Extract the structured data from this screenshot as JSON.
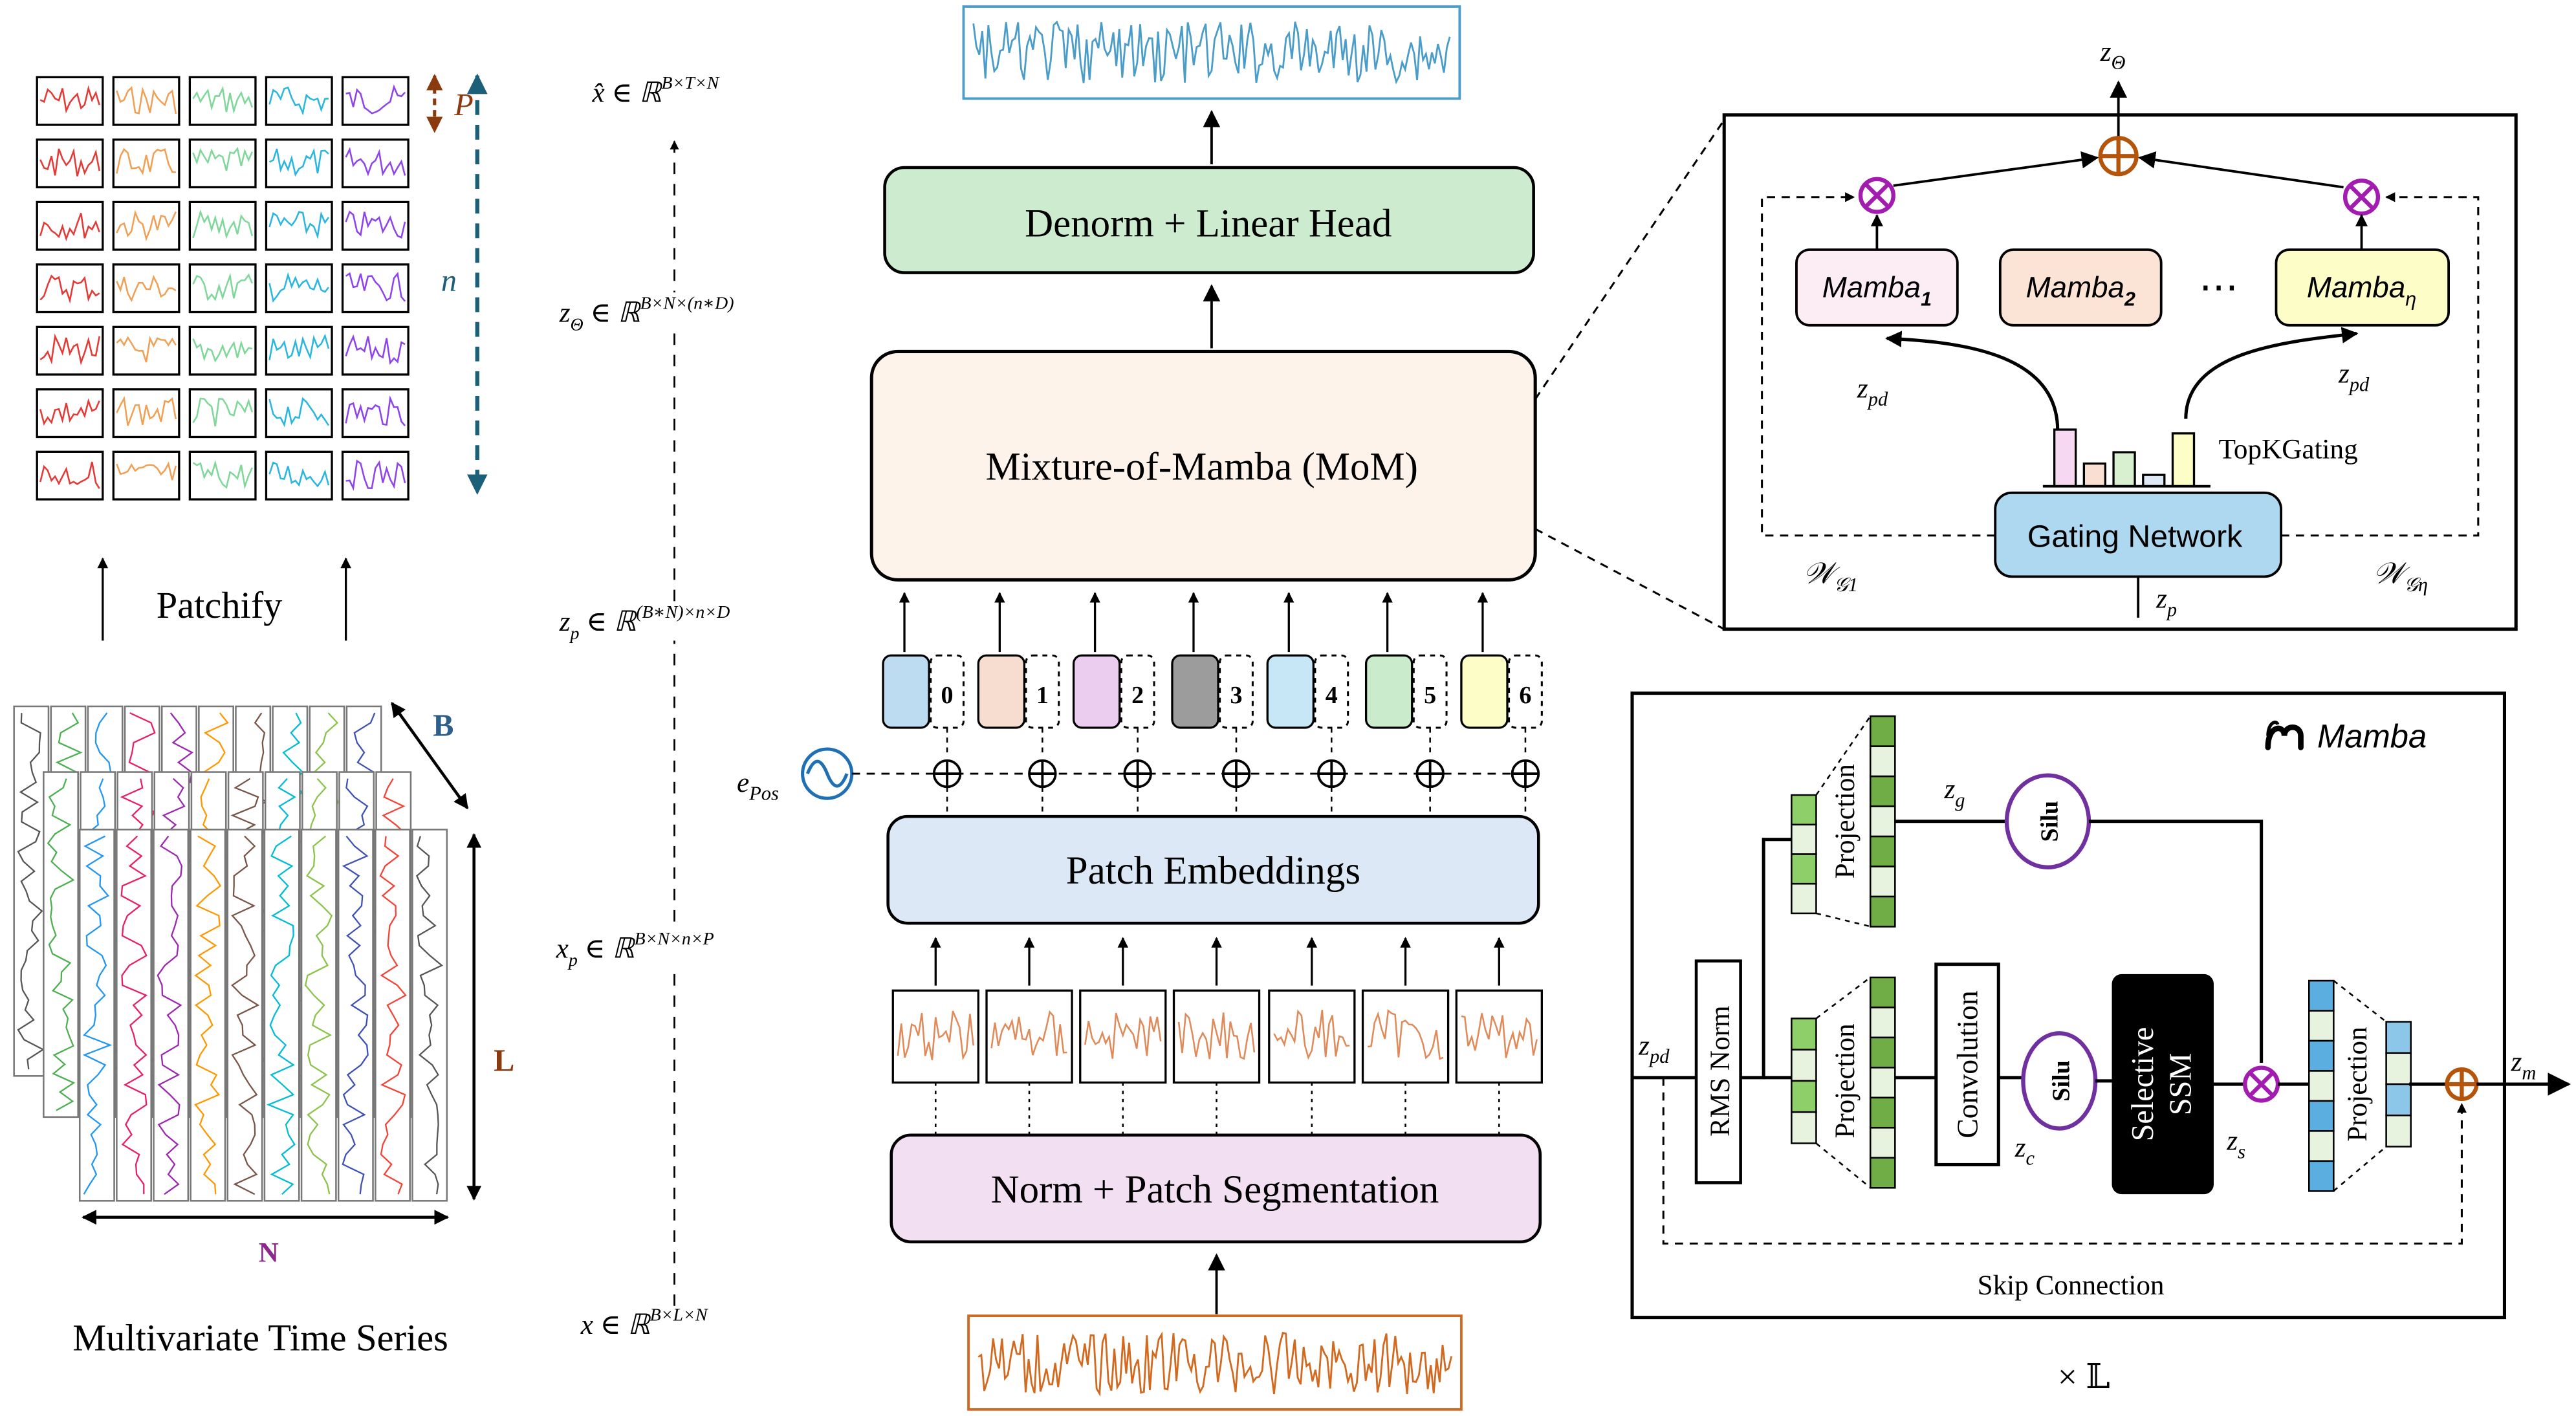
{
  "left_panel": {
    "patch_height_label": "P",
    "num_patches_label": "n",
    "patchify_label": "Patchify",
    "batch_label": "B",
    "length_label": "L",
    "channels_label": "N",
    "caption": "Multivariate Time Series"
  },
  "dims": {
    "output": {
      "base": "x̂ ∈ ℝ",
      "sup": "B×T×N"
    },
    "z_theta": {
      "base": "z",
      "sub": "Θ",
      "mid": " ∈ ℝ",
      "sup": "B×N×(n∗D)"
    },
    "z_p": {
      "base": "z",
      "sub": "p",
      "mid": " ∈ ℝ",
      "sup": "(B∗N)×n×D"
    },
    "x_p": {
      "base": "x",
      "sub": "p",
      "mid": " ∈ ℝ",
      "sup": "B×N×n×P"
    },
    "input": {
      "base": "x ∈ ℝ",
      "sup": "B×L×N"
    }
  },
  "pipeline": {
    "head_label": "Denorm + Linear Head",
    "mom_label": "Mixture-of-Mamba (MoM)",
    "embed_label": "Patch Embeddings",
    "seg_label": "Norm + Patch Segmentation",
    "pos_label": "e",
    "pos_sub": "Pos",
    "token_indices": [
      "0",
      "1",
      "2",
      "3",
      "4",
      "5",
      "6"
    ]
  },
  "moe": {
    "output_label": "z",
    "output_sub": "Θ",
    "expert1": {
      "base": "Mamba",
      "sub": "1"
    },
    "expert2": {
      "base": "Mamba",
      "sub": "2"
    },
    "expert_n": {
      "base": "Mamba",
      "sub": "η"
    },
    "ellipsis": "⋯",
    "zpd_left": {
      "base": "z",
      "sub": "pd"
    },
    "zpd_right": {
      "base": "z",
      "sub": "pd"
    },
    "topk_label": "TopKGating",
    "gating_label": "Gating Network",
    "w_left": {
      "base": "𝒲",
      "sub": "𝒢1"
    },
    "w_right": {
      "base": "𝒲",
      "sub": "𝒢η"
    },
    "zp_label": {
      "base": "z",
      "sub": "p"
    },
    "topk_values": [
      0.75,
      0.3,
      0.45,
      0.15,
      0.7
    ]
  },
  "mamba_block": {
    "title": "Mamba",
    "input_label": {
      "base": "z",
      "sub": "pd"
    },
    "rms_norm": "RMS Norm",
    "projection": "Projection",
    "zg_label": {
      "base": "z",
      "sub": "g"
    },
    "silu": "Silu",
    "convolution": "Convolution",
    "zc_label": {
      "base": "z",
      "sub": "c"
    },
    "ssm_line1": "Selective",
    "ssm_line2": "SSM",
    "zs_label": {
      "base": "z",
      "sub": "s"
    },
    "output_label": {
      "base": "z",
      "sub": "m"
    },
    "skip_label": "Skip Connection",
    "repeat_label": "× 𝕃"
  },
  "colors": {
    "head": "#cdeccf",
    "mom": "#fdf3ea",
    "embed": "#dce8f5",
    "seg": "#f3dff2",
    "gating": "#aed8ef",
    "expert1": "#fcecf3",
    "expert2": "#fbe3d6",
    "expert_n": "#fdfdc8",
    "ssm": "#000000",
    "silu_ring": "#7030a0",
    "otimes": "#a21caf",
    "oplus": "#b5540b",
    "proj_green": "#70ad47",
    "proj_blue": "#5aaee0",
    "out_signal": "#4a9cc9",
    "in_signal": "#d2691e",
    "token_colors": [
      "#bddcf2",
      "#f6ddd0",
      "#ebcdef",
      "#9c9c9c",
      "#c7e7f6",
      "#cbeccc",
      "#fdfdc8"
    ]
  }
}
